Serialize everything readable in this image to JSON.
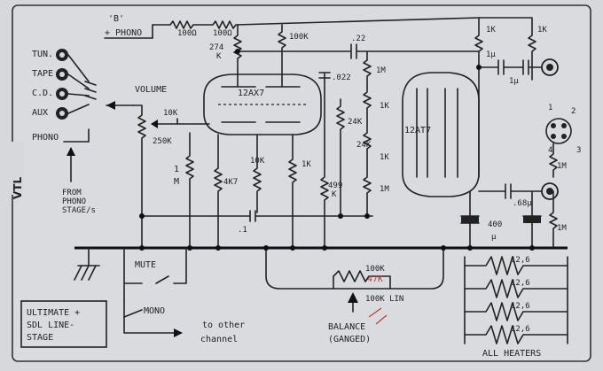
{
  "title": {
    "l1": "ULTIMATE +",
    "l2": "SDL LINE-",
    "l3": "STAGE"
  },
  "brand": "VTL",
  "inputs": [
    "TUN.",
    "TAPE",
    "C.D.",
    "AUX",
    "PHONO"
  ],
  "from_phono": {
    "l1": "FROM",
    "l2": "PHONO",
    "l3": "STAGE/s"
  },
  "supply": {
    "b": "'B'",
    "phono": "+ PHONO"
  },
  "resistors": {
    "r100a": "100Ω",
    "r100b": "100Ω",
    "r274": "274",
    "r274k": "K",
    "r100k": "100K",
    "r10k": "10K",
    "r250k": "250K",
    "rm": "M",
    "r4k7": "4K7",
    "r10k2": "10K",
    "r1k": "1K",
    "r499": "499",
    "r499k": "K",
    "r1m1": "1M",
    "r24k1": "24K",
    "r24k2": "24K",
    "r1k2": "1K",
    "r1k3": "1K",
    "r1m2": "1M",
    "r1k4": "1K",
    "r1k5": "1K",
    "r1m3": "1M",
    "r1m4": "1M"
  },
  "caps": {
    "c022": ".22",
    "c0022": ".022",
    "c01": ".1",
    "c1u_a": "1µ",
    "c1u_b": "1µ",
    "c68u": ".68µ",
    "c400": "400",
    "c400u": "µ"
  },
  "tubes": {
    "v1": "12AX7",
    "v2": "12AT7"
  },
  "labels": {
    "volume": "VOLUME",
    "mute": "MUTE",
    "mono": "MONO",
    "to_other1": "to other",
    "to_other2": "channel",
    "balance1": "BALANCE",
    "balance2": "(GANGED)",
    "bal_100k": "100K",
    "bal_47k": "47K",
    "bal_100klin": "100K LIN",
    "all_heaters": "ALL HEATERS"
  },
  "heaters": [
    "12,6",
    "12,6",
    "12,6",
    "12,6"
  ],
  "din_pins": [
    "1",
    "2",
    "3",
    "4"
  ]
}
